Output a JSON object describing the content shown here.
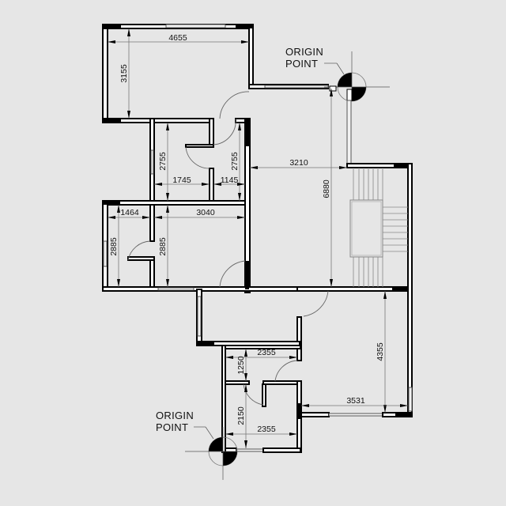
{
  "drawing": {
    "type": "architectural floor plan",
    "background": "#e6e6e6",
    "wall_color": "#000000"
  },
  "origin_labels": [
    {
      "line1": "ORIGIN",
      "line2": "POINT",
      "position": "top-right"
    },
    {
      "line1": "ORIGIN",
      "line2": "POINT",
      "position": "bottom-left"
    }
  ],
  "dimensions": {
    "top_room_width": "4655",
    "top_room_height": "3155",
    "bath1_height": "2755",
    "bath1_width": "1745",
    "bath2_height": "2755",
    "bath2_width": "1145",
    "hall_width": "3210",
    "hall_height": "6880",
    "small_room_width": "1464",
    "small_room_height": "2885",
    "mid_room_width": "3040",
    "mid_room_height": "2885",
    "lower_top_width": "2355",
    "lower_top_height": "1250",
    "lower_bottom_height": "2150",
    "lower_bottom_width": "2355",
    "right_room_height": "4355",
    "right_room_width": "3531"
  }
}
